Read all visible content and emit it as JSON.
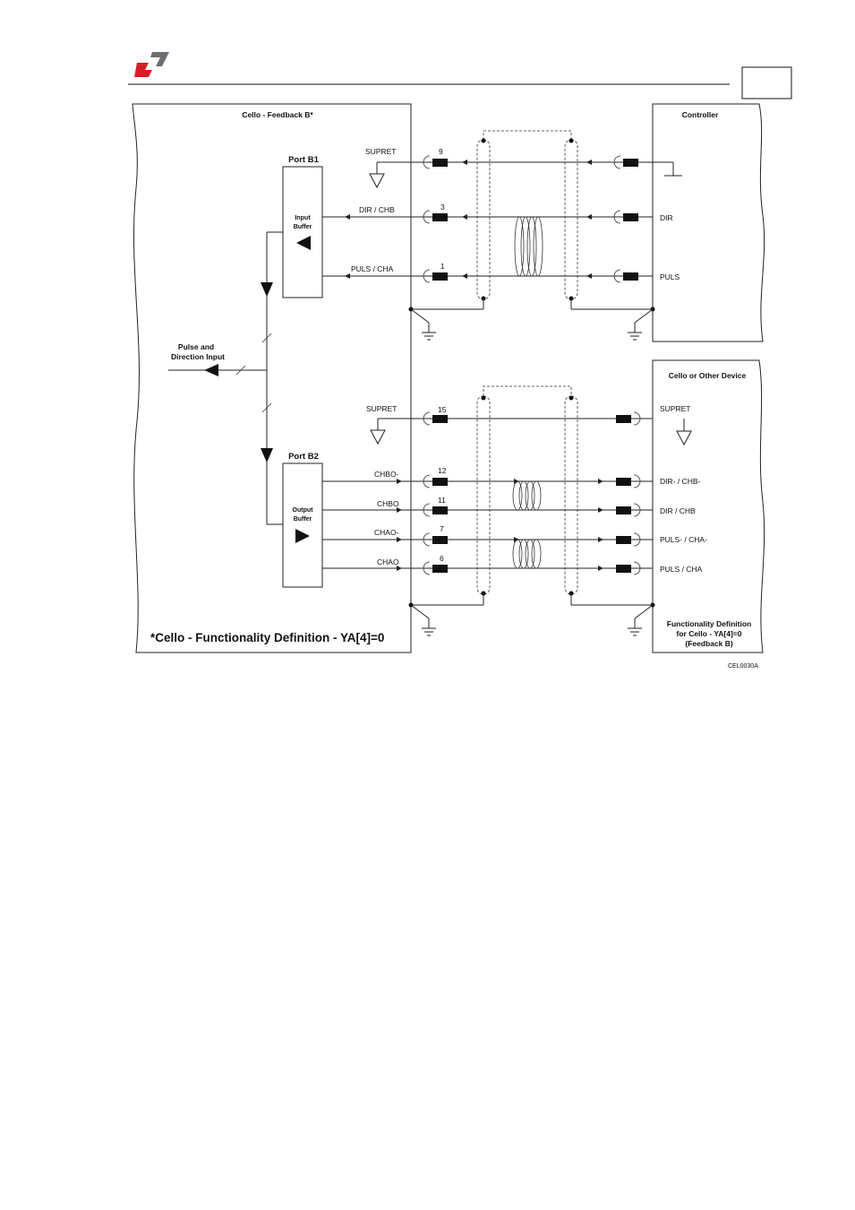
{
  "header": {
    "page_number": ""
  },
  "colors": {
    "logo_red": "#d42027",
    "logo_gray": "#6d6e71",
    "line": "#222222"
  },
  "cello_block": {
    "title": "Cello - Feedback B*",
    "port_b1": "Port B1",
    "input_buffer_line1": "Input",
    "input_buffer_line2": "Buffer",
    "port_b2": "Port B2",
    "output_buffer_line1": "Output",
    "output_buffer_line2": "Buffer",
    "pulse_input_line1": "Pulse and",
    "pulse_input_line2": "Direction Input",
    "footnote": "*Cello - Functionality Definition - YA[4]=0"
  },
  "controller_block": {
    "title": "Controller",
    "labels": [
      "DIR",
      "PULS"
    ]
  },
  "device_block": {
    "title": "Cello or Other Device",
    "labels": [
      "SUPRET",
      "DIR- / CHB-",
      "DIR / CHB",
      "PULS- / CHA-",
      "PULS / CHA"
    ],
    "note_line1": "Functionality Definition",
    "note_line2": "for Cello - YA[4]=0",
    "note_line3": "(Feedback B)"
  },
  "upper_signals": [
    {
      "name": "SUPRET",
      "pin": "9"
    },
    {
      "name": "DIR / CHB",
      "pin": "3"
    },
    {
      "name": "PULS / CHA",
      "pin": "1"
    }
  ],
  "lower_signals": [
    {
      "name": "SUPRET",
      "pin": "15"
    },
    {
      "name": "CHBO-",
      "pin": "12"
    },
    {
      "name": "CHBO",
      "pin": "11"
    },
    {
      "name": "CHAO-",
      "pin": "7"
    },
    {
      "name": "CHAO",
      "pin": "6"
    }
  ],
  "figure_code": "CEL0030A"
}
